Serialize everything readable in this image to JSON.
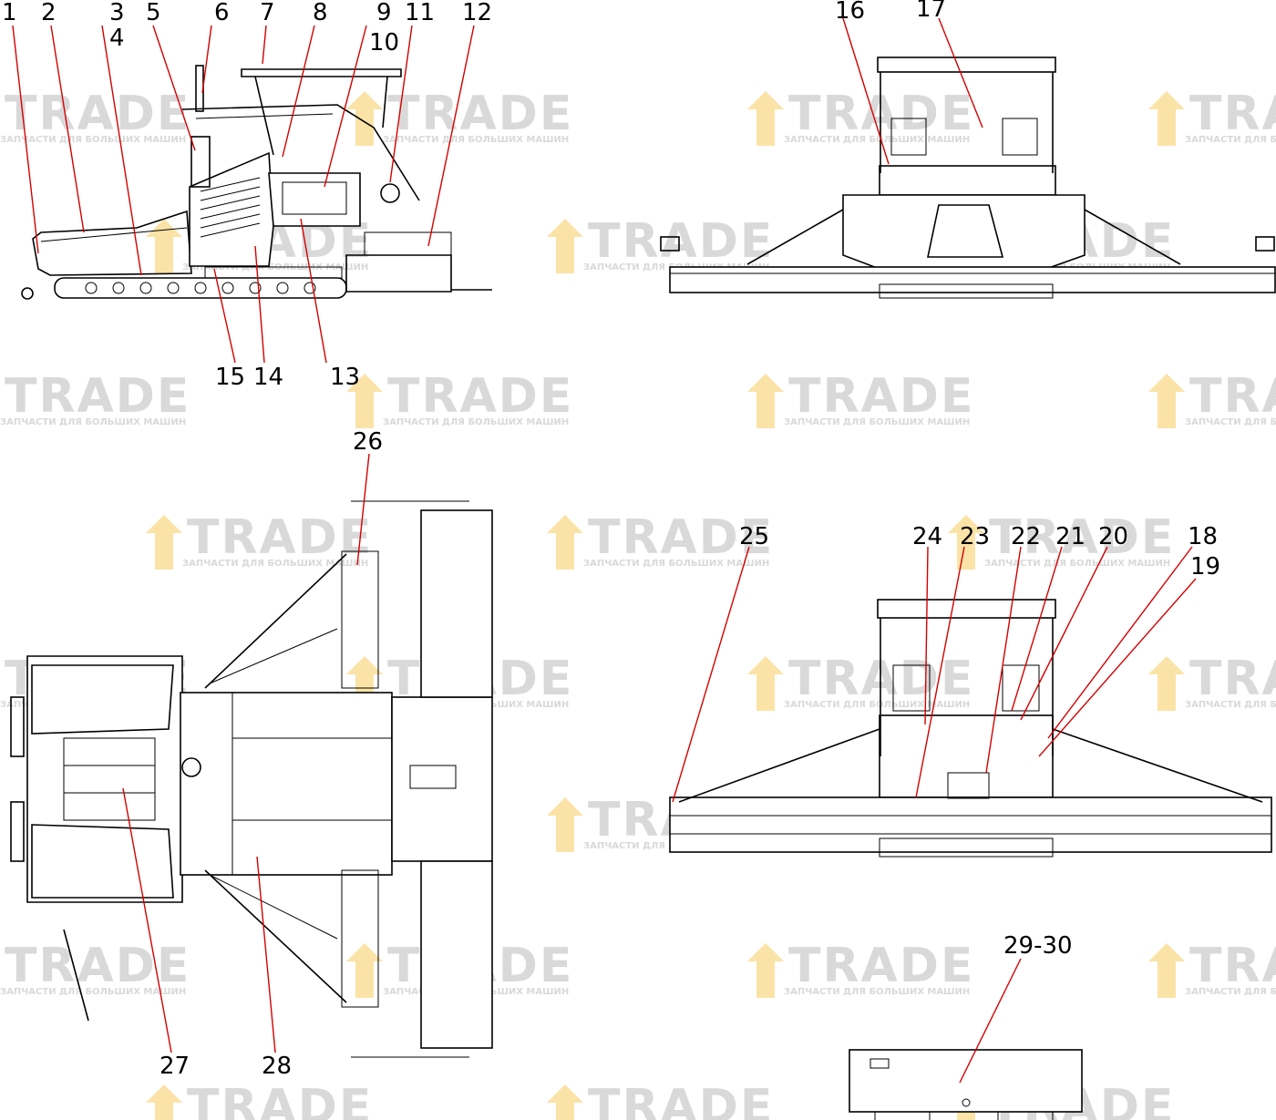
{
  "watermark": {
    "brand": "TRADE",
    "tagline": "ЗАПЧАСТИ ДЛЯ БОЛЬШИХ МАШИН",
    "colors": {
      "gray": "#d9d9d9",
      "accent": "#fbe3a8"
    }
  },
  "leader_color": "#d40000",
  "callouts": {
    "c1": "1",
    "c2": "2",
    "c3": "3",
    "c4": "4",
    "c5": "5",
    "c6": "6",
    "c7": "7",
    "c8": "8",
    "c9": "9",
    "c10": "10",
    "c11": "11",
    "c12": "12",
    "c13": "13",
    "c14": "14",
    "c15": "15",
    "c16": "16",
    "c17": "17",
    "c18": "18",
    "c19": "19",
    "c20": "20",
    "c21": "21",
    "c22": "22",
    "c23": "23",
    "c24": "24",
    "c25": "25",
    "c26": "26",
    "c27": "27",
    "c28": "28",
    "c29_30": "29-30"
  }
}
